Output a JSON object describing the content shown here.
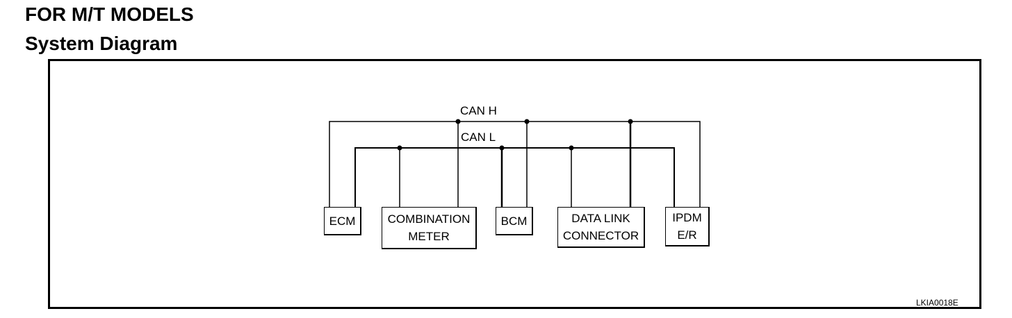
{
  "headings": {
    "models": "FOR M/T MODELS",
    "section": "System Diagram"
  },
  "diagram": {
    "bus": {
      "can_h": "CAN H",
      "can_l": "CAN L"
    },
    "modules": {
      "ecm": {
        "line1": "ECM"
      },
      "combination_meter": {
        "line1": "COMBINATION",
        "line2": "METER"
      },
      "bcm": {
        "line1": "BCM"
      },
      "data_link_connector": {
        "line1": "DATA LINK",
        "line2": "CONNECTOR"
      },
      "ipdm": {
        "line1": "IPDM",
        "line2": "E/R"
      }
    },
    "reference_code": "LKIA0018E"
  }
}
